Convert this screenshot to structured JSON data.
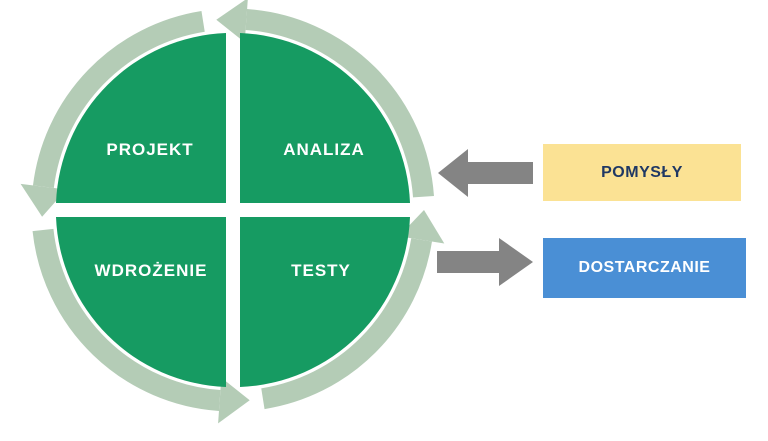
{
  "cycle": {
    "quadrants": [
      {
        "label": "PROJEKT"
      },
      {
        "label": "ANALIZA"
      },
      {
        "label": "WDROŻENIE"
      },
      {
        "label": "TESTY"
      }
    ]
  },
  "side": {
    "input_box": {
      "label": "POMYSŁY"
    },
    "output_box": {
      "label": "DOSTARCZANIE"
    }
  },
  "colors": {
    "quadrant_green": "#169b62",
    "ring_sage": "#b4ccb6",
    "arrow_gray": "#848484",
    "input_box_bg": "#fbe294",
    "input_box_text": "#1f3864",
    "output_box_bg": "#4a8fd5",
    "output_box_text": "#ffffff",
    "quadrant_label_text": "#ffffff"
  }
}
